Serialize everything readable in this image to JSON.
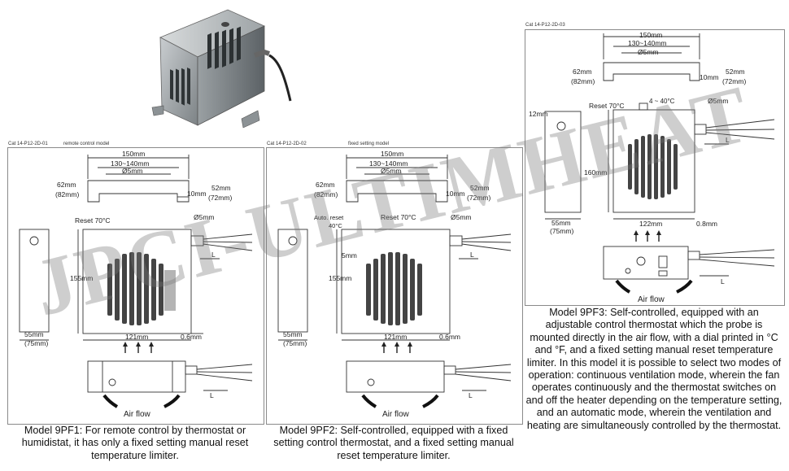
{
  "catalog_codes": [
    "Cat 14-P12-2D-01",
    "Cat 14-P12-2D-02",
    "Cat 14-P12-2D-03"
  ],
  "panel_titles": [
    "remote control model",
    "fixed setting model"
  ],
  "dims": {
    "w150": "150mm",
    "w130": "130~140mm",
    "d5": "Ø5mm",
    "h62": "62mm",
    "h82": "(82mm)",
    "h52": "52mm",
    "h72": "(72mm)",
    "h10": "10mm",
    "h155": "155mm",
    "h160": "160mm",
    "w55": "55mm",
    "w75": "(75mm)",
    "w121": "121mm",
    "w122": "122mm",
    "t06": "0.6mm",
    "t08": "0.8mm",
    "h12": "12mm",
    "h5": "5mm",
    "L": "L"
  },
  "labels": {
    "reset70": "Reset 70°C",
    "auto_reset": "Auto. reset",
    "auto_reset_temp": "40°C",
    "temp_range": "4 ~ 40°C",
    "air_flow": "Air flow"
  },
  "captions": {
    "pf1": "Model 9PF1: For remote control by thermostat or humidistat, it has only a fixed setting manual reset temperature limiter.",
    "pf2": "Model 9PF2: Self-controlled, equipped with a fixed setting control thermostat, and a fixed setting manual reset temperature limiter.",
    "pf3": "Model 9PF3: Self-controlled,  equipped with an adjustable control thermostat which the probe is mounted directly in the air flow, with a dial printed in °C and °F, and a fixed setting manual reset temperature limiter. In this model it is possible to select two modes of operation: continuous ventilation mode, wherein the fan operates continuously and the thermostat switches on and off the heater depending on the temperature setting, and an automatic mode, wherein the ventilation and heating are simultaneously controlled by the thermostat."
  },
  "watermark": "JPCI-ULTIMHEAT"
}
